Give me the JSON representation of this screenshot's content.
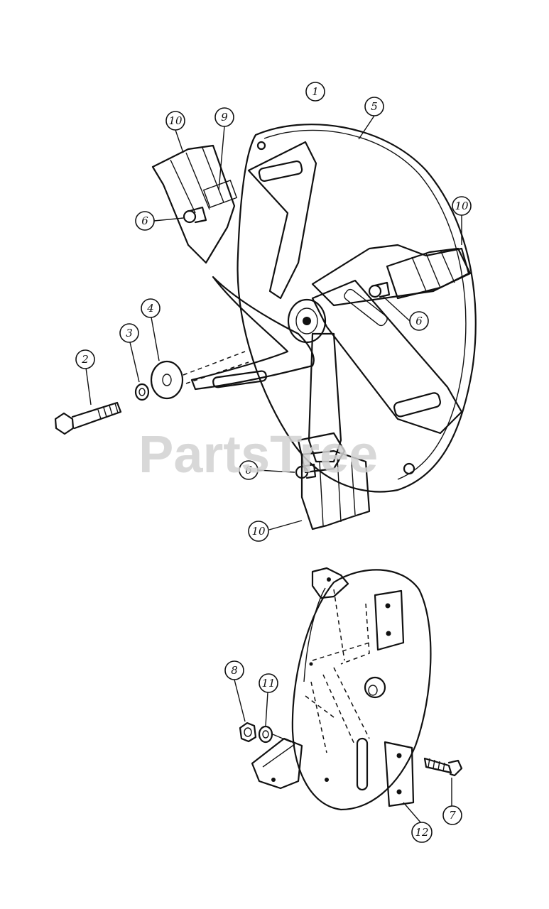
{
  "watermark": "PartsTree",
  "callouts": {
    "c1": "1",
    "c2": "2",
    "c3": "3",
    "c4": "4",
    "c5": "5",
    "c6a": "6",
    "c6b": "6",
    "c6c": "6",
    "c7": "7",
    "c8": "8",
    "c9": "9",
    "c10a": "10",
    "c10b": "10",
    "c10c": "10",
    "c11": "11",
    "c12": "12"
  }
}
